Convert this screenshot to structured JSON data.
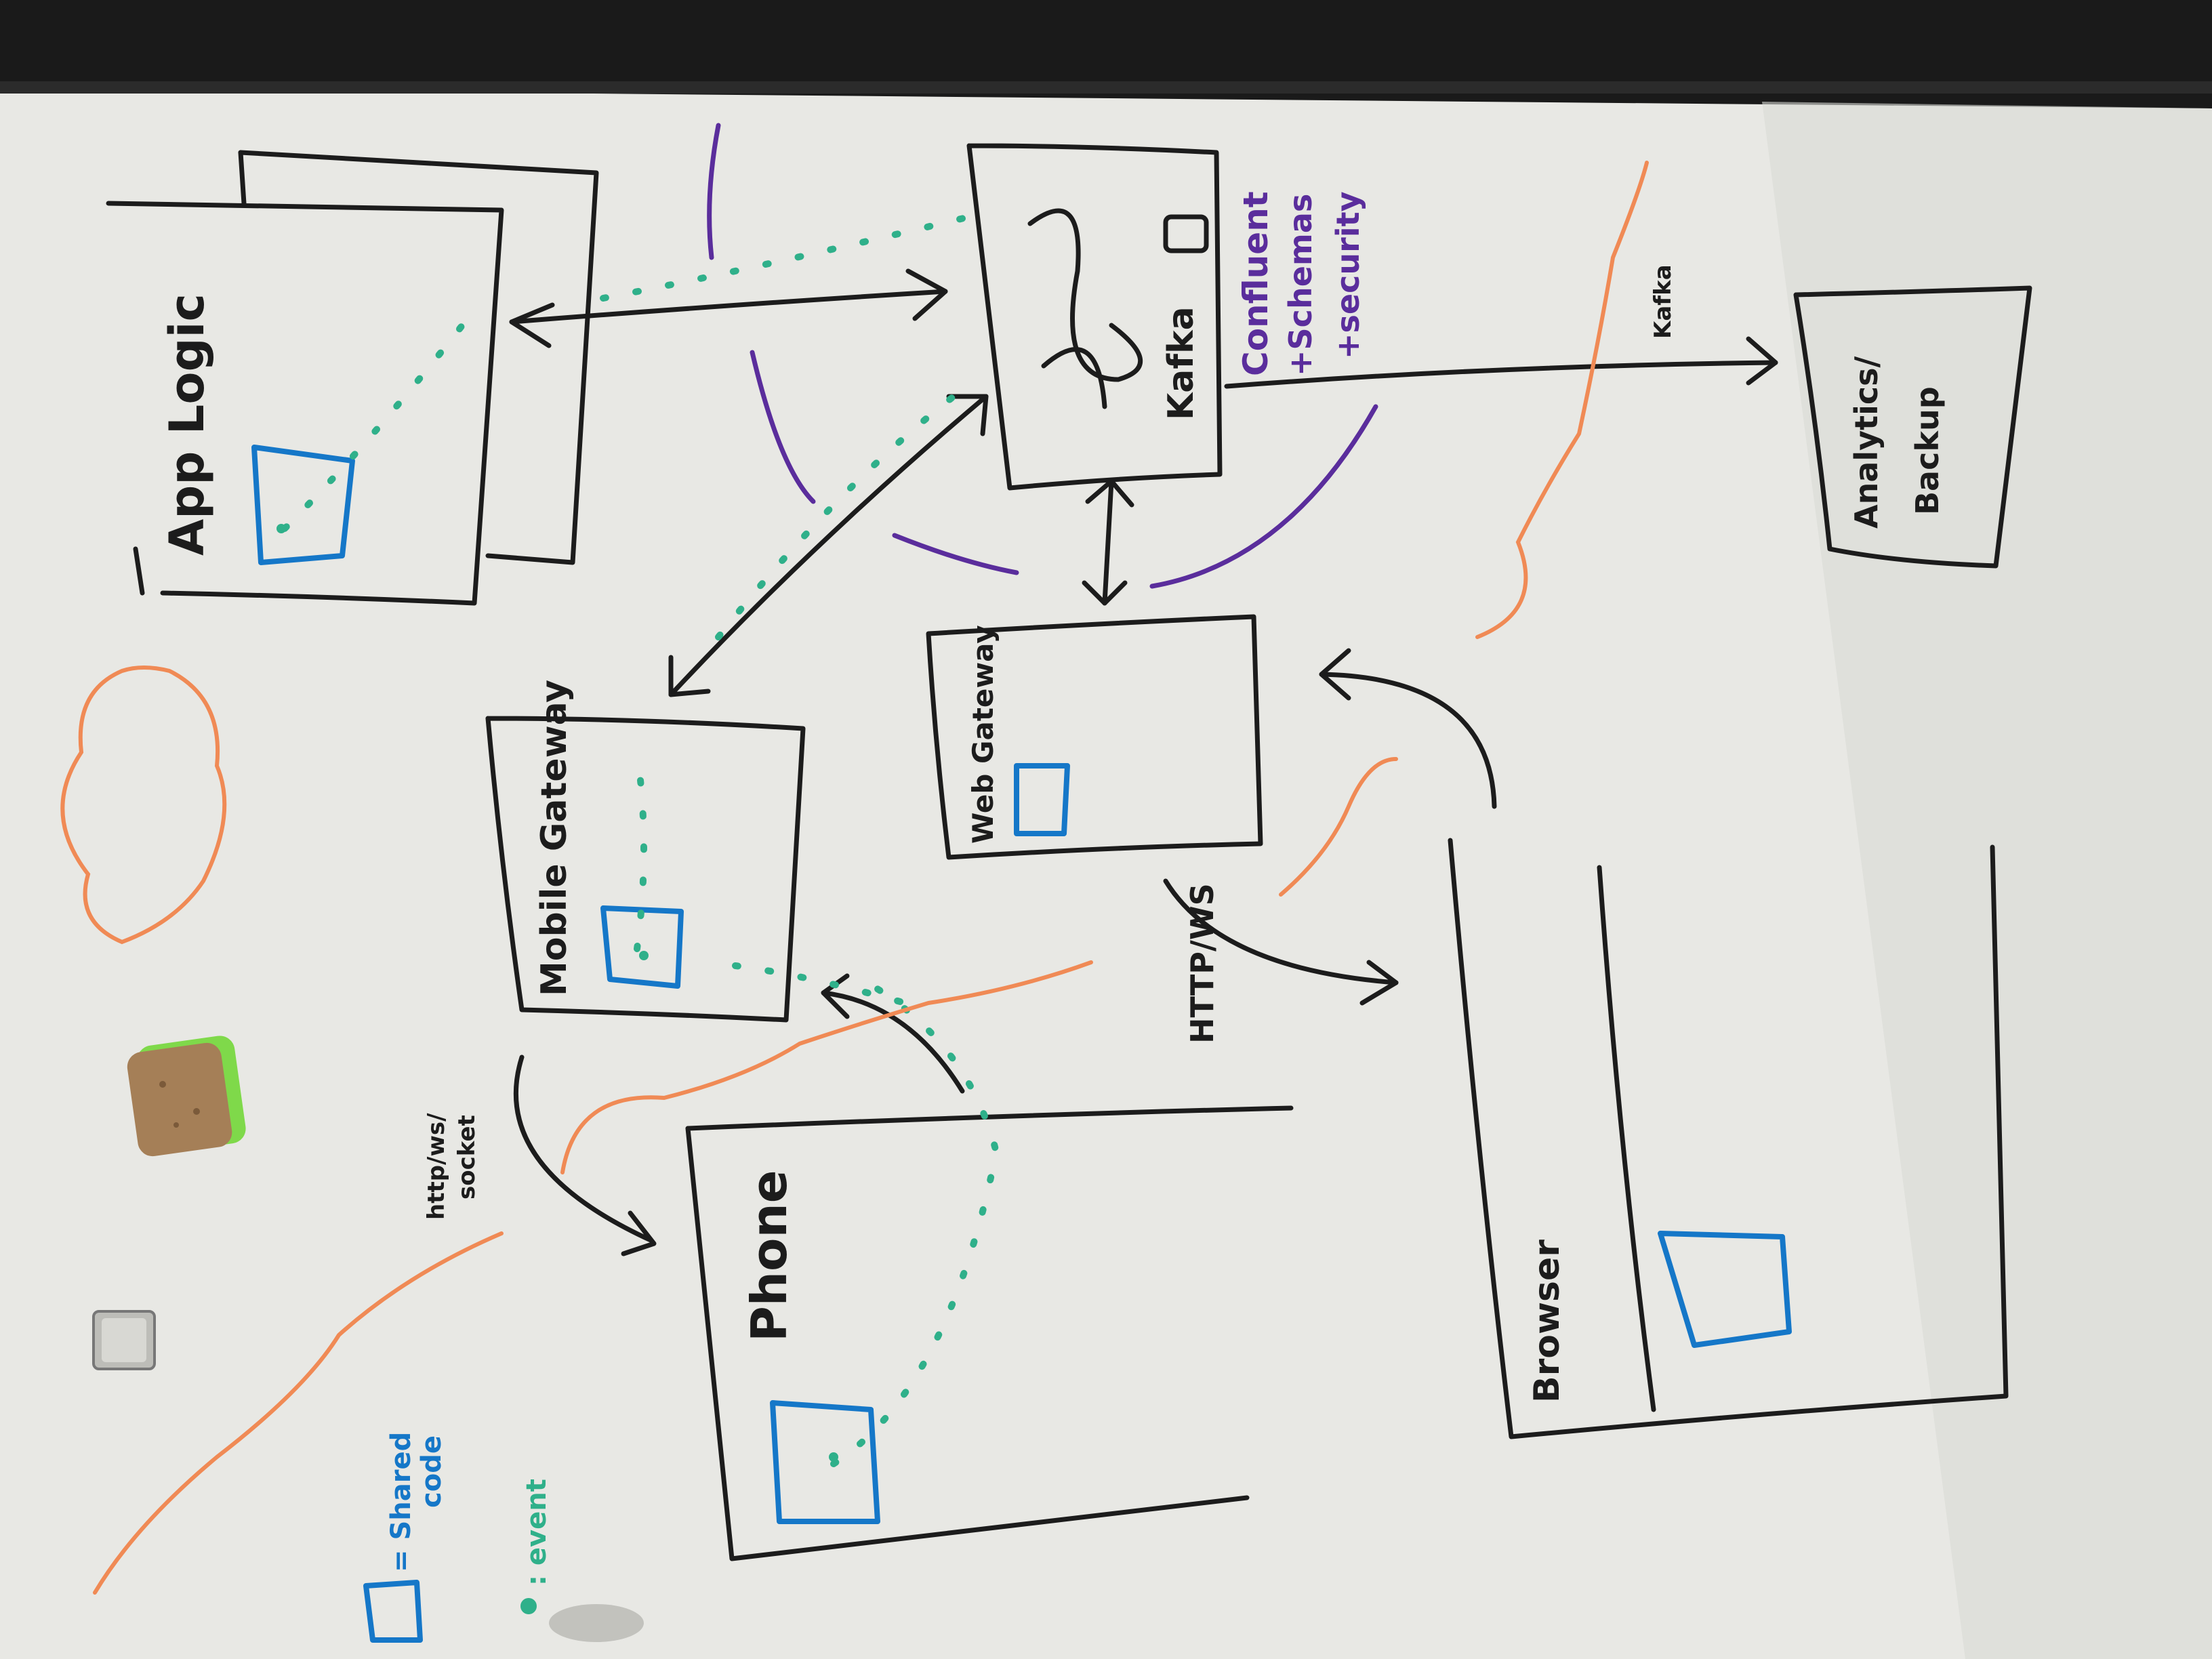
{
  "colors": {
    "board": "#e8e8e4",
    "board_shadow": "#cfd0cc",
    "frame": "#1a1a1a",
    "ink_black": "#1c1c1c",
    "shared_code_blue": "#1577c8",
    "event_green": "#2fb08a",
    "kafka_purple": "#5a2d9c",
    "wave_orange": "#f08a55"
  },
  "labels": {
    "app_logic": "App Logic",
    "mobile_gateway": "Mobile Gateway",
    "web_gateway": "Web Gateway",
    "kafka": "Kafka",
    "analytics": "Analytics/",
    "backup": "Backup",
    "phone": "Phone",
    "browser": "Browser",
    "http_ws_socket_1": "http/ws/",
    "http_ws_socket_2": "socket",
    "http_ws": "HTTP/WS",
    "kafka_arrow": "Kafka",
    "confluent_1": "Confluent",
    "confluent_2": "+Schemas",
    "confluent_3": "+security",
    "legend_shared_1": "= Shared",
    "legend_shared_2": "code",
    "legend_event": ": event"
  },
  "icons": {
    "eraser": "whiteboard-eraser-icon",
    "magnet": "magnet-icon"
  }
}
